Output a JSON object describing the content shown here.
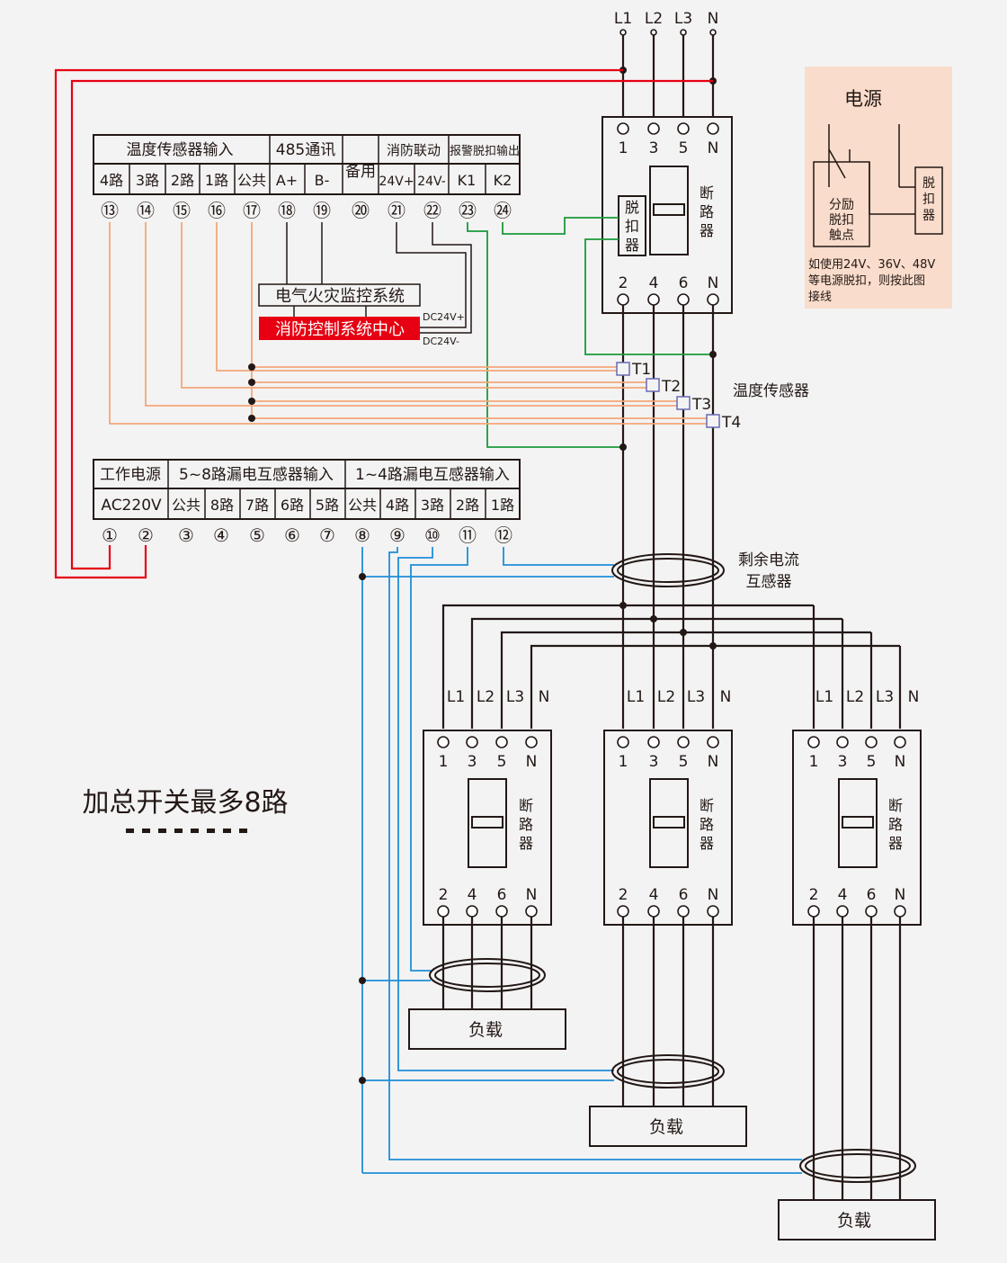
{
  "colors": {
    "red_wire": "#e60012",
    "green_wire": "#1a9a3a",
    "orange_wire": "#f5a678",
    "blue_wire": "#1f8ed6",
    "note_bg": "#f9dccb",
    "center_bg": "#e60012"
  },
  "top_phases": [
    "L1",
    "L2",
    "L3",
    "N"
  ],
  "top_block": {
    "group_labels": [
      "温度传感器输入",
      "485通讯",
      "备用",
      "消防联动",
      "报警脱扣输出"
    ],
    "terminal_labels": [
      "4路",
      "3路",
      "2路",
      "1路",
      "公共",
      "A+",
      "B-",
      "24V+",
      "24V-",
      "K1",
      "K2"
    ],
    "numbers": [
      "⑬",
      "⑭",
      "⑮",
      "⑯",
      "⑰",
      "⑱",
      "⑲",
      "⑳",
      "㉑",
      "㉒",
      "㉓",
      "㉔"
    ]
  },
  "bottom_block": {
    "group_labels": [
      "工作电源",
      "5~8路漏电互感器输入",
      "1~4路漏电互感器输入"
    ],
    "terminal_labels": [
      "AC220V",
      "公共",
      "8路",
      "7路",
      "6路",
      "5路",
      "公共",
      "4路",
      "3路",
      "2路",
      "1路"
    ],
    "numbers": [
      "①",
      "②",
      "③",
      "④",
      "⑤",
      "⑥",
      "⑦",
      "⑧",
      "⑨",
      "⑩",
      "⑪",
      "⑫"
    ]
  },
  "monitor_label": "电气火灾监控系统",
  "fire_center_label": "消防控制系统中心",
  "dc_plus": "DC24V+",
  "dc_minus": "DC24V-",
  "breaker": {
    "top_terminals": [
      "1",
      "3",
      "5",
      "N"
    ],
    "bottom_terminals": [
      "2",
      "4",
      "6",
      "N"
    ],
    "label": [
      "断",
      "路",
      "器"
    ],
    "trip_label": [
      "脱",
      "扣",
      "器"
    ]
  },
  "sensor_tags": [
    "T1",
    "T2",
    "T3",
    "T4"
  ],
  "temp_sensor_label": "温度传感器",
  "rcct_label": [
    "剩余电流",
    "互感器"
  ],
  "branch_phases": [
    "L1",
    "L2",
    "L3",
    "N"
  ],
  "load_label": "负载",
  "note": {
    "title": "电源",
    "shunt": [
      "分励",
      "脱扣",
      "触点"
    ],
    "trip": [
      "脱",
      "扣",
      "器"
    ],
    "text": [
      "如使用24V、36V、48V",
      "等电源脱扣，则按此图",
      "接线"
    ]
  },
  "side_title": "加总开关最多8路"
}
